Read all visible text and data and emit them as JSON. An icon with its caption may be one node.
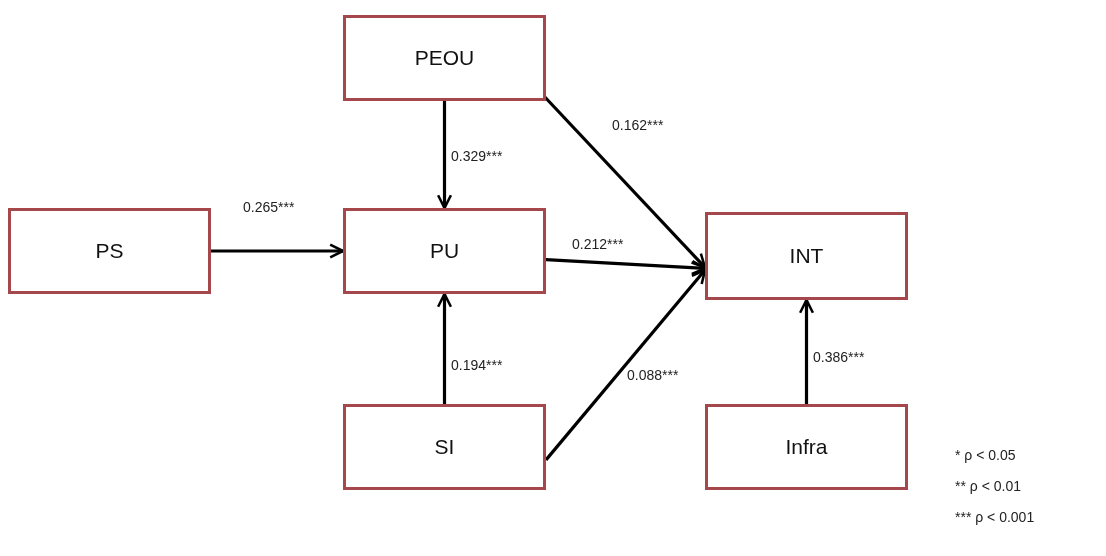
{
  "diagram": {
    "nodes": [
      {
        "text": [
          "PEOU"
        ]
      },
      {
        "text": [
          "PS"
        ]
      },
      {
        "text": [
          "PU"
        ]
      },
      {
        "text": [
          "INT"
        ]
      },
      {
        "text": [
          "SI"
        ]
      },
      {
        "text": [
          "Infra"
        ]
      }
    ],
    "edges": [
      {
        "from": 0,
        "to": 2,
        "arrow": "to",
        "label": "0.329***"
      },
      {
        "from": 1,
        "to": 2,
        "arrow": "to",
        "label": "0.265***"
      },
      {
        "from": 2,
        "to": 3,
        "arrow": "to",
        "label": "0.212***"
      },
      {
        "from": 0,
        "to": 3,
        "arrow": "to",
        "label": "0.162***"
      },
      {
        "from": 4,
        "to": 2,
        "arrow": "to",
        "label": "0.194***"
      },
      {
        "from": 4,
        "to": 3,
        "arrow": "to",
        "label": "0.088***"
      },
      {
        "from": 5,
        "to": 3,
        "arrow": "to",
        "label": "0.386***"
      }
    ],
    "labels": [
      "* ρ < 0.05",
      "** ρ < 0.01",
      "*** ρ < 0.001"
    ]
  }
}
